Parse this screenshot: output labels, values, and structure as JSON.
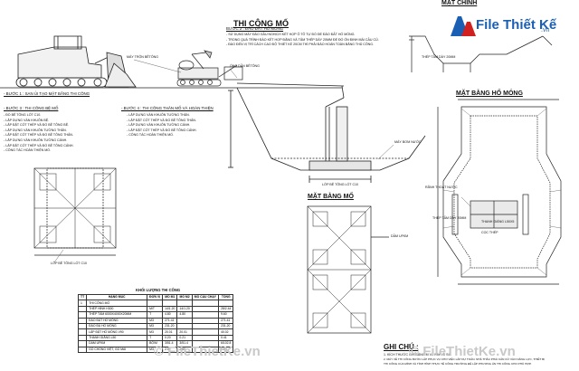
{
  "titles": {
    "main": "THI CÔNG MỐ",
    "mat_chinh": "MẶT CHÍNH",
    "mat_bang_ho_mong": "MẶT BẰNG HỐ MÓNG",
    "mat_bang_mo": "MẶT BẰNG MỐ",
    "ghi_chu": "GHI CHÚ :"
  },
  "steps": {
    "step1": "- BƯỚC 1 : SAN ỦI TẠO MẶT BẰNG THI CÔNG",
    "step2": "BƯỚC 2 : ĐÀO ĐẤT HỐ MÓNG",
    "step3": "- BƯỚC 3 : THI CÔNG BỆ MỐ",
    "step4": "- BƯỚC 4 : THI CÔNG THÂN MỐ VÀ HOÀN THIỆN"
  },
  "step2_notes": [
    "- SỬ DỤNG MÁY ĐÀO GẦU NGHỊCH KẾT HỢP Ô TÔ TỰ ĐỔ ĐỂ ĐÀO ĐẤT HỐ MÓNG.",
    "- TRONG QUÁ TRÌNH ĐÀO KẾT HỢP ĐẶNG VÀ TÂM THÉP DÀY 20MM ĐỂ ĐỔ ỐN ĐỊNH MÁI CẦU CỦ.",
    "- ĐÀO ĐẾN VỊ TRÍ CÁCH CAO ĐỘ THIẾT KẾ 20CM THÌ PHẢI ĐÀO HOÀN TOÀN BẰNG THỦ CÔNG."
  ],
  "step3_notes": [
    "- ĐỔ BÊ TÔNG LÓT C10.",
    "- LẮP DỰNG VÁN KHUÔN BỆ.",
    "- LẮP ĐẶT CỐT THÉP VÀ ĐỔ BÊ TÔNG BỆ.",
    "- LẮP DỰNG VÁN KHUÔN TƯỜNG THÂN.",
    "- LẮP ĐẶT CỐT THÉP VÀ ĐỔ BÊ TÔNG THÂN.",
    "- LẮP DỰNG VÁN KHUÔN TƯỜNG CÁNH.",
    "- LẮP ĐẶT CỐT THÉP VÀ ĐỔ BÊ TÔNG CÁNH.",
    "- CÔNG TÁC HOÀN THIỆN MỐ."
  ],
  "step4_notes": [
    "- LẮP DỰNG VÁN KHUÔN TƯỜNG THÂN.",
    "- LẮP ĐẶT CỐT THÉP VÀ ĐỔ BÊ TÔNG THÂN.",
    "- LẮP DỰNG VÁN KHUÔN TƯỜNG CÁNH.",
    "- LẮP ĐẶT CỐT THÉP VÀ ĐỔ BÊ TÔNG CÁNH.",
    "- CÔNG TÁC HOÀN THIỆN MỐ."
  ],
  "labels": {
    "may_tron": "MÁY TRỘN BÊTÔNG",
    "ong_dan": "ỐNG DẪN BÊTÔNG",
    "may_bom": "MÁY BƠM NƯỚC",
    "lop_be_tong": "LỚP BÊ TÔNG LÓT C10",
    "thep_tam": "THÉP TẤM DÀY 20MM",
    "thep_tam2": "THÉP TẤM DÀY 20MM",
    "ranh_thoat": "RÃNH THOÁT NƯỚC",
    "thanh_giang": "THANH GIẰNG L50X5",
    "coc_thep": "CỌC THÉP",
    "lop_be_tong2": "LỚP BÊ TÔNG LÓT C10",
    "dan_ufkm": "DẦM UFKM"
  },
  "table": {
    "title": "KHỐI LƯỢNG THI CÔNG",
    "headers": [
      "TT",
      "HẠNG MỤC",
      "ĐƠN VỊ",
      "MỐ M1",
      "MỐ M2",
      "MỐ CẦU CHẠY",
      "TỔNG"
    ],
    "rows": [
      [
        "1",
        "THI CÔNG MỐ",
        "",
        "",
        "",
        "",
        ""
      ],
      [
        "",
        "THÉP HÌNH H300",
        "M/T",
        "14/1.20",
        "14/1.20",
        "",
        "28/2.44"
      ],
      [
        "",
        "THÉP TẤM 6000X4000X20MM",
        "T",
        "4.80",
        "4.80",
        "",
        "9.60"
      ],
      [
        "",
        "ĐÀO ĐẤT HỐ MÓNG",
        "M3",
        "271.41",
        "",
        "",
        "271.41"
      ],
      [
        "",
        "ĐÀO ĐÁ HỐ MÓNG",
        "M3",
        "231.20",
        "",
        "",
        "231.20"
      ],
      [
        "",
        "LẮP ĐẶT HỐ MÓNG V90",
        "M3",
        "20.01",
        "20.01",
        "",
        "40.02"
      ],
      [
        "",
        "THANH GIẰNG L50",
        "T",
        "0.20",
        "0.21",
        "",
        "0.41"
      ],
      [
        "",
        "DẦM UFKM",
        "BỘ/M",
        "3/51.4",
        "3/51.4",
        "",
        "6/102.8"
      ],
      [
        "",
        "GỖ CHỐNG VIỆT, GỖ MAI",
        "M3",
        "2.00",
        "2.00",
        "",
        "4.00"
      ]
    ]
  },
  "notes": [
    "1. KÍCH THƯỚC GHI BẰNG M VÀ MM VỀ SỐ.",
    "2. MÁY VỀ THI CÔNG BƯỚC LẮP PHỤC VỤ CHO VIỆC LẮP DỰ TOÁN. NHÀ THẦU PHẢI CĂN CỨ VÀO NĂNG LỰC, THIẾT BỊ",
    "THI CÔNG CỦA MÌNH VÀ TÌNH HÌNH THỰC TẾ CÔNG TRƯỜNG ĐỂ LẬP PHƯƠNG ÁN THI CÔNG CHO PHÙ HỢP."
  ],
  "logo": {
    "text": "File Thiết Kế",
    "domain": ".vn"
  },
  "watermark": {
    "left": "© FileThietKe.vn",
    "right": "© FileThietKe.vn"
  },
  "colors": {
    "logo_blue": "#1a5fb4",
    "logo_red": "#d02020",
    "line": "#1a1a1a",
    "watermark": "#c9c9c9"
  }
}
